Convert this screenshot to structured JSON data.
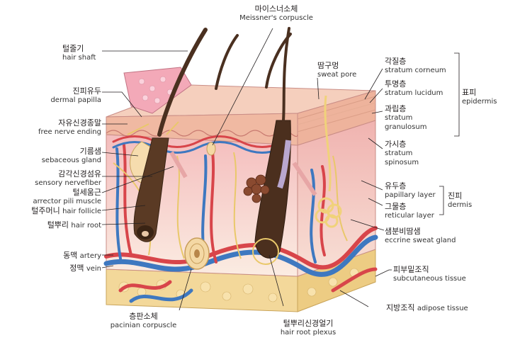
{
  "labels": {
    "meissner": {
      "ko": "마이스너소체",
      "en": "Meissner's corpuscle"
    },
    "hair_shaft": {
      "ko": "털줄기",
      "en": "hair shaft"
    },
    "sweat_pore": {
      "ko": "땀구멍",
      "en": "sweat pore"
    },
    "dermal_papilla": {
      "ko": "진피유두",
      "en": "dermal papilla"
    },
    "free_nerve": {
      "ko": "자유신경종말",
      "en": "free nerve ending"
    },
    "sebaceous": {
      "ko": "기름샘",
      "en": "sebaceous gland"
    },
    "sensory_nerve": {
      "ko": "감각신경섬유",
      "en": "sensory nervefiber"
    },
    "arrector": {
      "ko": "털세움근",
      "en": "arrector pili muscle"
    },
    "follicle": {
      "ko": "털주머니",
      "en": "hair follicle"
    },
    "hair_root": {
      "ko": "털뿌리",
      "en": "hair root"
    },
    "artery": {
      "ko": "동맥",
      "en": "artery"
    },
    "vein": {
      "ko": "정맥",
      "en": "vein"
    },
    "pacinian": {
      "ko": "층판소체",
      "en": "pacinian corpuscle"
    },
    "hair_plexus": {
      "ko": "털뿌리신경얼기",
      "en": "hair root plexus"
    },
    "adipose": {
      "ko": "지방조직",
      "en": "adipose tissue"
    },
    "subcutaneous": {
      "ko": "피부밑조직",
      "en": "subcutaneous tissue"
    },
    "eccrine": {
      "ko": "샘분비땀샘",
      "en": "eccrine sweat gland"
    },
    "reticular": {
      "ko": "그물층",
      "en": "reticular layer"
    },
    "papillary": {
      "ko": "유두층",
      "en": "papillary layer"
    },
    "dermis": {
      "ko": "진피",
      "en": "dermis"
    },
    "spinosum": {
      "ko": "가시층",
      "en": "stratum",
      "en2": "spinosum"
    },
    "granulosum": {
      "ko": "과립층",
      "en": "stratum",
      "en2": "granulosum"
    },
    "lucidum": {
      "ko": "투명층",
      "en": "stratum lucidum"
    },
    "corneum": {
      "ko": "각질층",
      "en": "stratum corneum"
    },
    "epidermis": {
      "ko": "표피",
      "en": "epidermis"
    }
  },
  "colors": {
    "epidermis": "#f4c6b4",
    "dermis_top": "#f6c7c6",
    "dermis_bottom": "#fbe9df",
    "fat": "#f3d89a",
    "artery": "#d8454a",
    "vein": "#3e78c0",
    "nerve": "#e9c86a",
    "hair": "#4a3020"
  }
}
